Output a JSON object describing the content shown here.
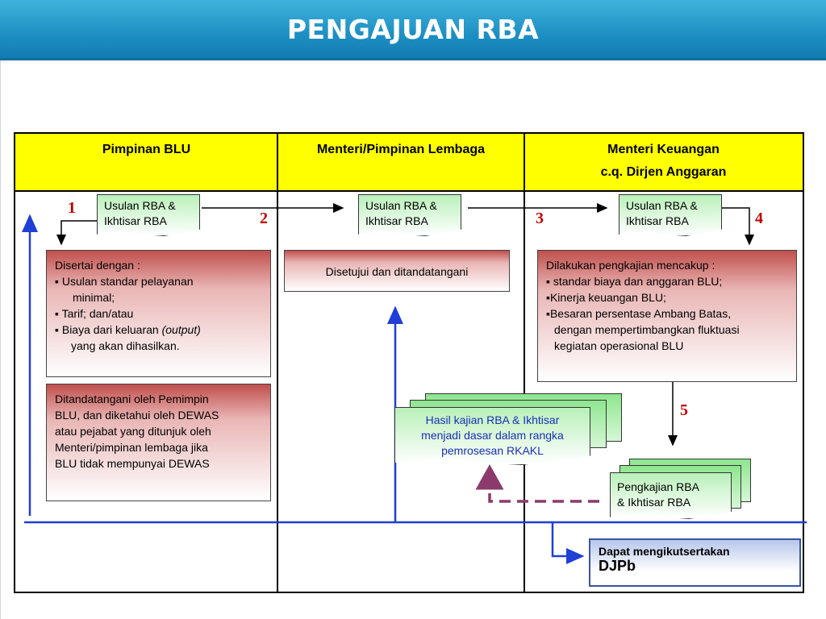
{
  "title": "PENGAJUAN RBA",
  "columns": [
    {
      "header": "Pimpinan BLU"
    },
    {
      "header": "Menteri/Pimpinan Lembaga"
    },
    {
      "header_line1": "Menteri Keuangan",
      "header_line2": "c.q. Dirjen Anggaran"
    }
  ],
  "steps": [
    "1",
    "2",
    "3",
    "4",
    "5"
  ],
  "doc_usulan": {
    "line1": "Usulan RBA &",
    "line2": "Ikhtisar RBA"
  },
  "box_disertai": {
    "lines": [
      "Disertai dengan :",
      "▪   Usulan standar pelayanan",
      "minimal;",
      "▪  Tarif; dan/atau",
      "▪  Biaya dari keluaran ",
      "yang akan dihasilkan."
    ],
    "italic": "(output)"
  },
  "box_ditandatangani": {
    "lines": [
      "Ditandatangani oleh Pemimpin",
      "BLU, dan diketahui oleh DEWAS",
      " atau pejabat yang ditunjuk oleh",
      "Menteri/pimpinan lembaga jika",
      "BLU tidak mempunyai DEWAS"
    ]
  },
  "box_disetujui": {
    "text": "Disetujui dan ditandatangani"
  },
  "box_pengkajian": {
    "lines": [
      "Dilakukan pengkajian mencakup :",
      "▪ standar biaya dan anggaran BLU;",
      "▪Kinerja keuangan BLU;",
      "▪Besaran persentase Ambang Batas,",
      "dengan mempertimbangkan fluktuasi",
      "kegiatan operasional BLU"
    ]
  },
  "doc_hasil": {
    "lines": [
      "Hasil kajian RBA & Ikhtisar",
      "menjadi dasar dalam rangka",
      "pemrosesan RKAKL"
    ]
  },
  "doc_pengkajian": {
    "line1": "Pengkajian RBA",
    "line2": "& Ikhtisar RBA"
  },
  "box_djpb": {
    "line1": "Dapat mengikutsertakan",
    "line2": "DJPb"
  },
  "colors": {
    "title_bar": "#1d8fc3",
    "header_fill": "#ffff00",
    "number": "#c00000",
    "flow_blue": "#1f3fd6",
    "dashed": "#8b3a6b"
  }
}
